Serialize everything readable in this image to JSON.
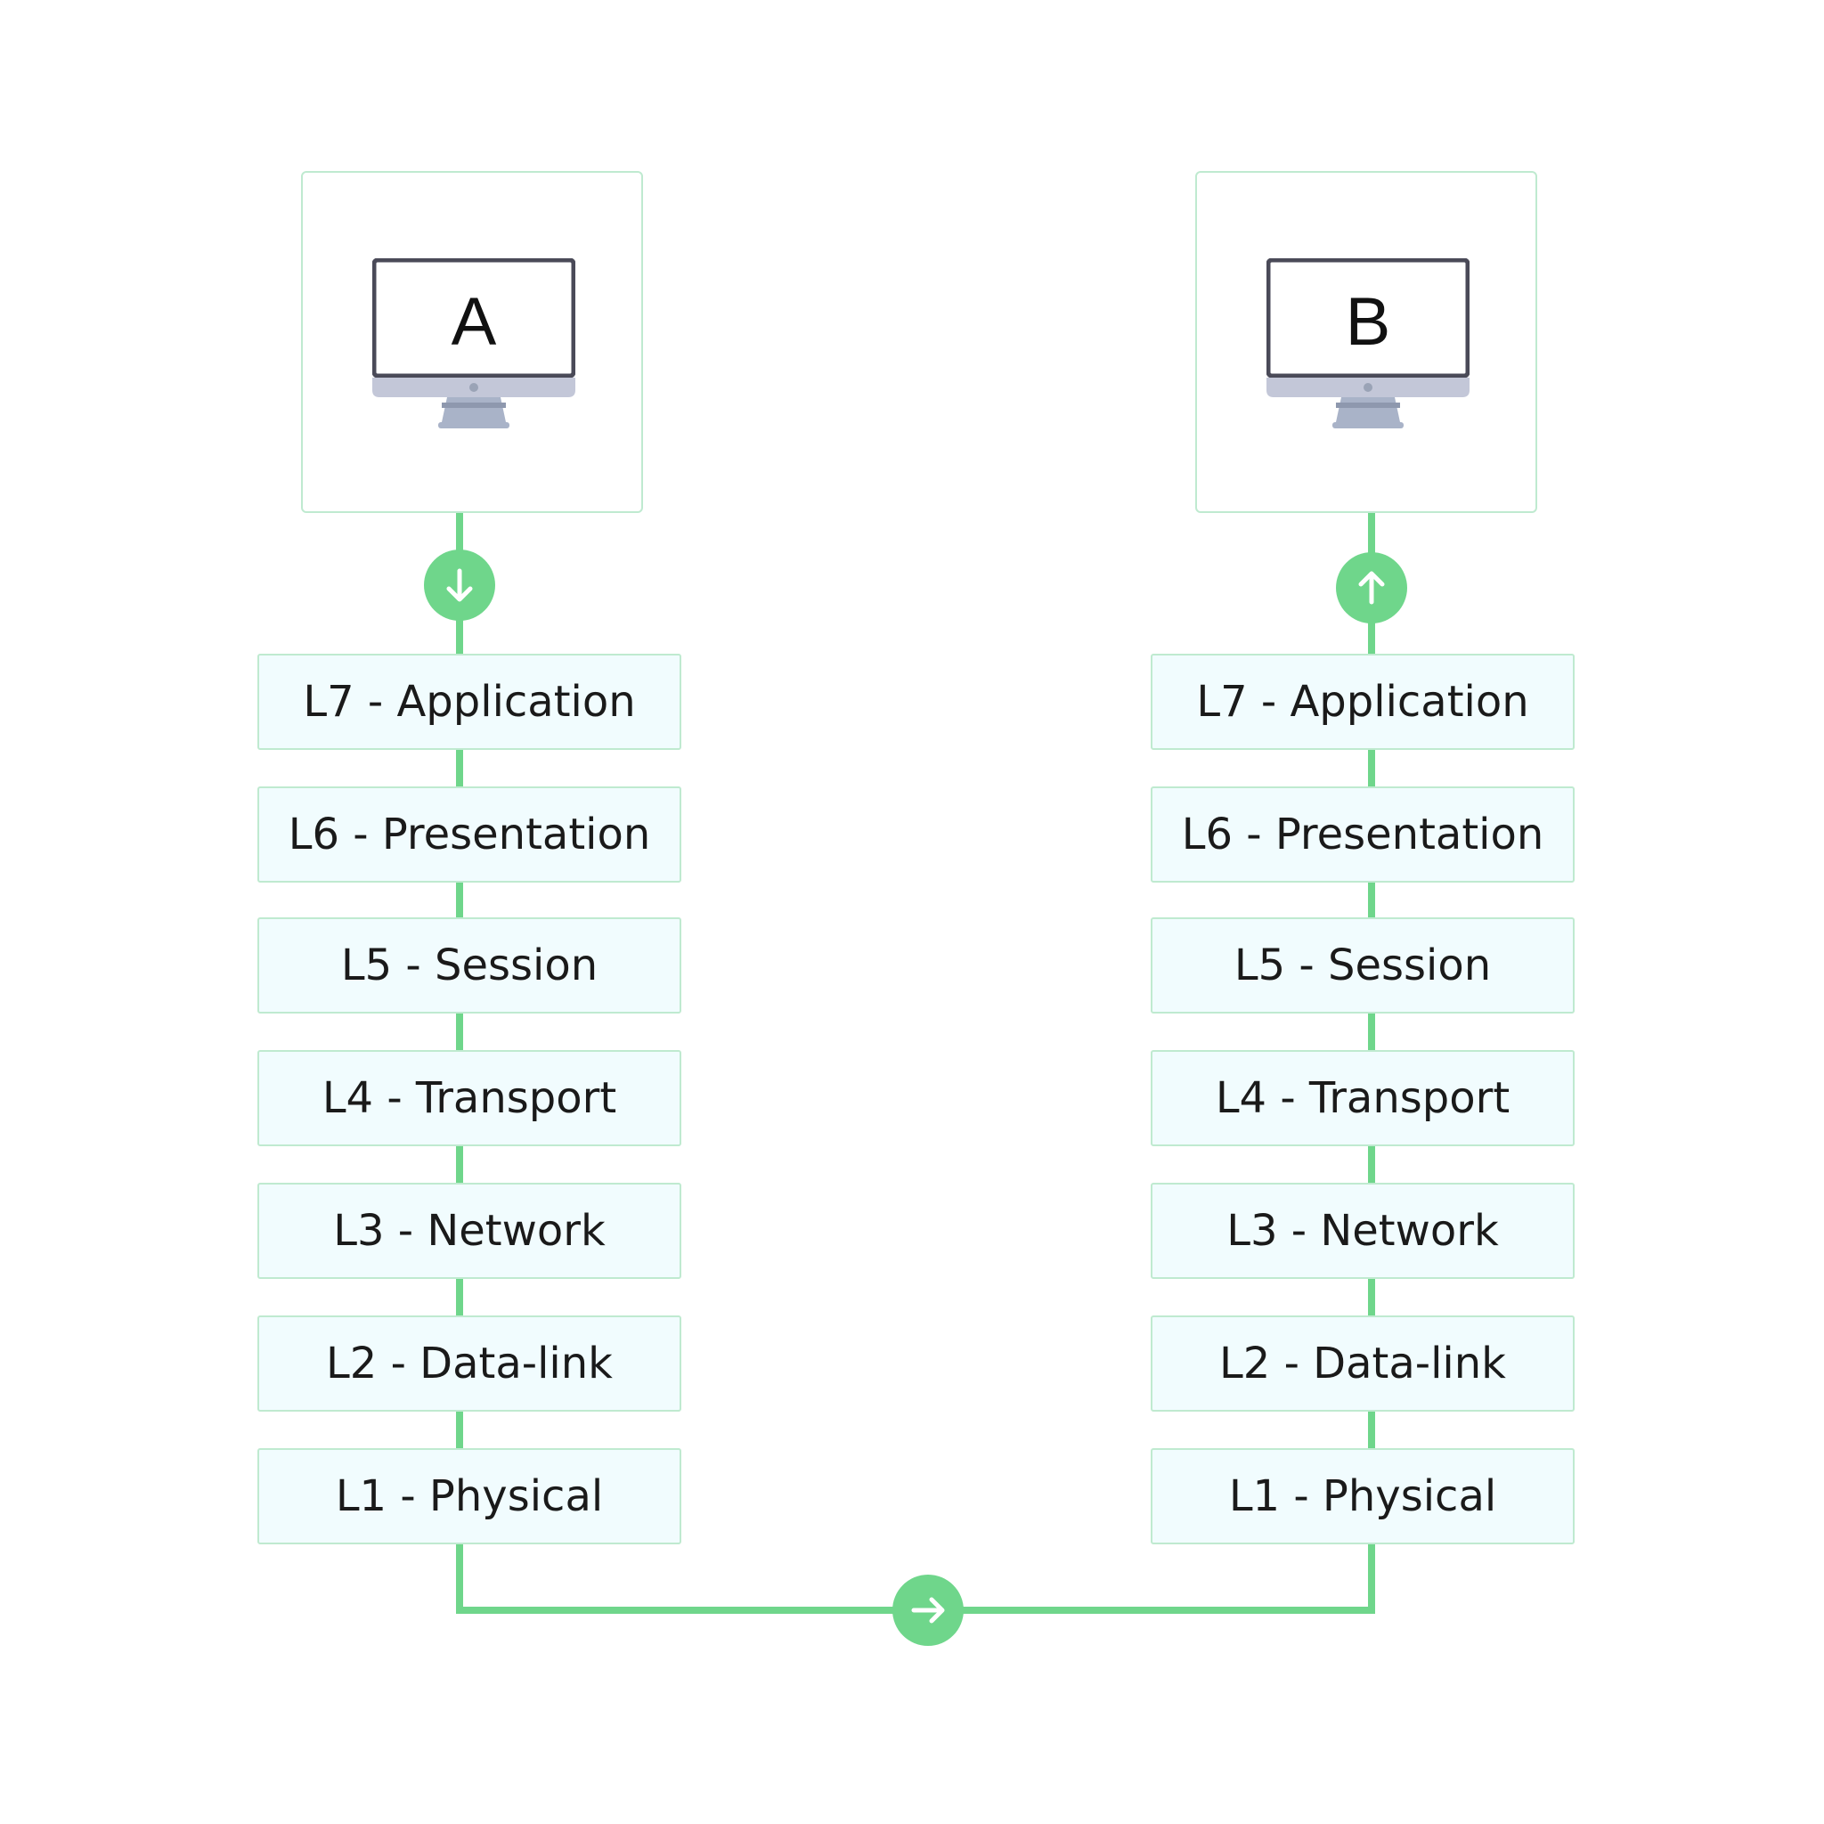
{
  "hosts": [
    {
      "label": "A"
    },
    {
      "label": "B"
    }
  ],
  "stack_a": {
    "layers": [
      "L7 - Application",
      "L6 - Presentation",
      "L5 - Session",
      "L4 - Transport",
      "L3 - Network",
      "L2 - Data-link",
      "L1 - Physical"
    ]
  },
  "stack_b": {
    "layers": [
      "L7 - Application",
      "L6 - Presentation",
      "L5 - Session",
      "L4 - Transport",
      "L3 - Network",
      "L2 - Data-link",
      "L1 - Physical"
    ]
  },
  "icons": {
    "host": "monitor-icon",
    "down": "arrow-down-icon",
    "up": "arrow-up-icon",
    "right": "arrow-right-icon"
  },
  "colors": {
    "connector": "#6fd68b",
    "box_border": "#bfead0",
    "layer_fill": "#f1fcfe",
    "monitor_frame": "#4a4a58",
    "monitor_base": "#c3c7d8",
    "monitor_stand": "#a9b3c8"
  }
}
